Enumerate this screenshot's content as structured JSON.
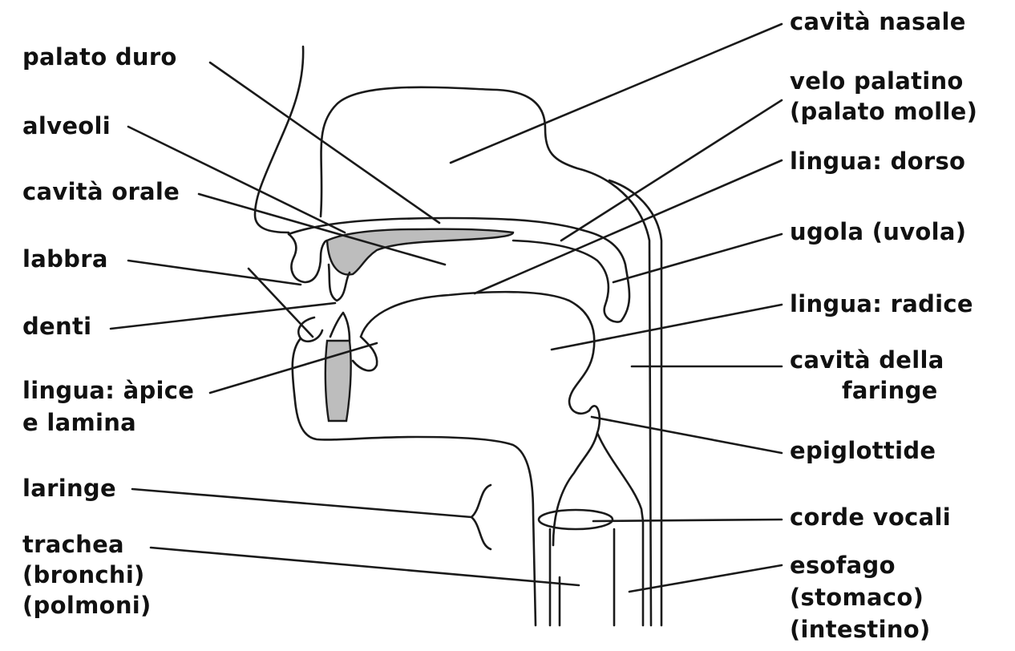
{
  "labels": {
    "palato_duro": "palato duro",
    "alveoli": "alveoli",
    "cavita_orale": "cavità orale",
    "labbra": "labbra",
    "denti": "denti",
    "lingua_apice_1": "lingua: àpice",
    "lingua_apice_2": "e lamina",
    "laringe": "laringe",
    "trachea_1": "trachea",
    "trachea_2": "(bronchi)",
    "trachea_3": "(polmoni)",
    "cavita_nasale": "cavità nasale",
    "velo_1": "velo palatino",
    "velo_2": "(palato molle)",
    "lingua_dorso": "lingua: dorso",
    "ugola": "ugola (uvola)",
    "lingua_radice": "lingua: radice",
    "faringe_1": "cavità della",
    "faringe_2": "faringe",
    "epiglottide": "epiglottide",
    "corde_vocali": "corde vocali",
    "esofago_1": "esofago",
    "esofago_2": "(stomaco)",
    "esofago_3": "(intestino)"
  },
  "colors": {
    "ink": "#1a1a1a",
    "shading": "#bdbdbd",
    "background": "#ffffff"
  }
}
